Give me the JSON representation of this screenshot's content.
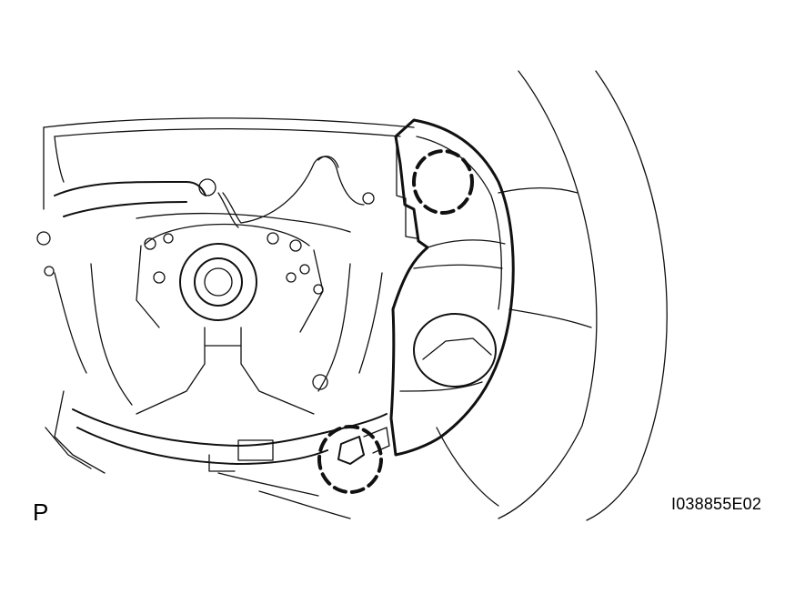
{
  "figure": {
    "corner_letter": "P",
    "figure_code": "I038855E02"
  },
  "colors": {
    "line": "#111111",
    "background": "#ffffff"
  },
  "callouts": [
    {
      "name": "upper-claw-callout",
      "style": "dashed-circle"
    },
    {
      "name": "lower-claw-callout",
      "style": "dashed-circle"
    }
  ]
}
